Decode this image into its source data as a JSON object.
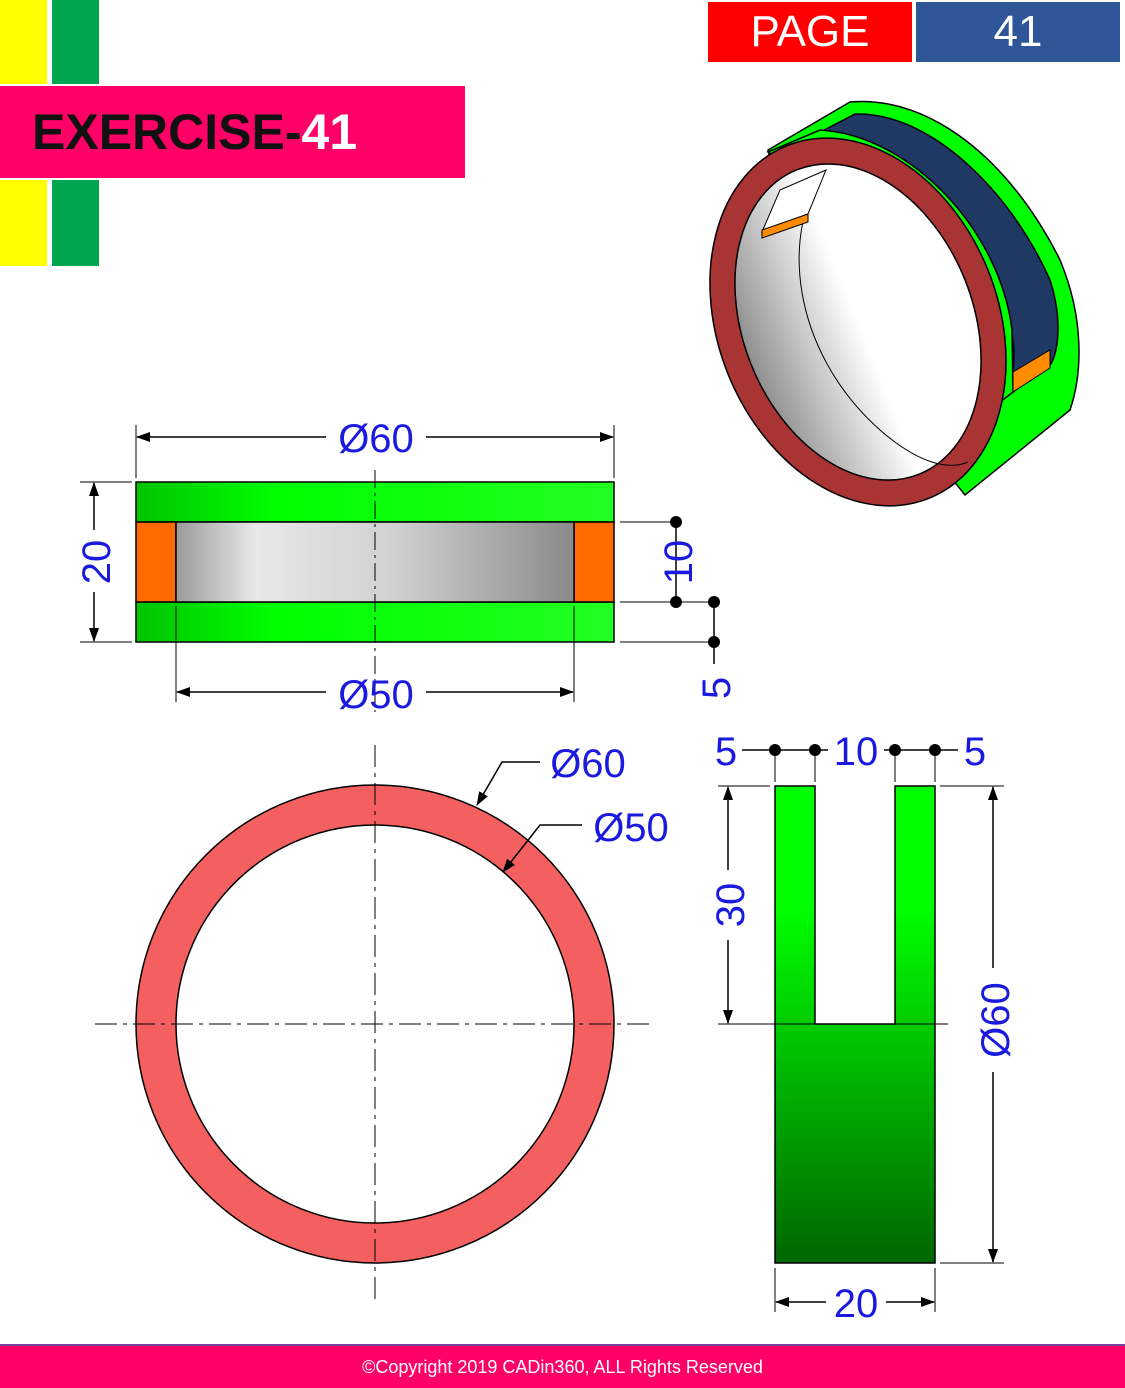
{
  "header": {
    "exercise_word": "EXERCISE-",
    "exercise_number": "41",
    "page_label": "PAGE",
    "page_number": "41"
  },
  "dimensions": {
    "front_outer_diameter": "Ø60",
    "front_height": "20",
    "front_slot_height": "10",
    "front_wall": "5",
    "front_inner_diameter": "Ø50",
    "top_outer_diameter": "Ø60",
    "top_inner_diameter": "Ø50",
    "side_left_wall": "5",
    "side_slot_width": "10",
    "side_right_wall": "5",
    "side_slot_depth": "30",
    "side_outer_diameter": "Ø60",
    "side_width": "20"
  },
  "colors": {
    "green": "#00ff00",
    "orange": "#ff6a00",
    "ring_red": "#f46060",
    "dim_blue": "#1a1adf",
    "banner_pink": "#ff0066"
  },
  "footer": {
    "copyright": "©Copyright 2019 CADin360, ALL Rights Reserved"
  }
}
